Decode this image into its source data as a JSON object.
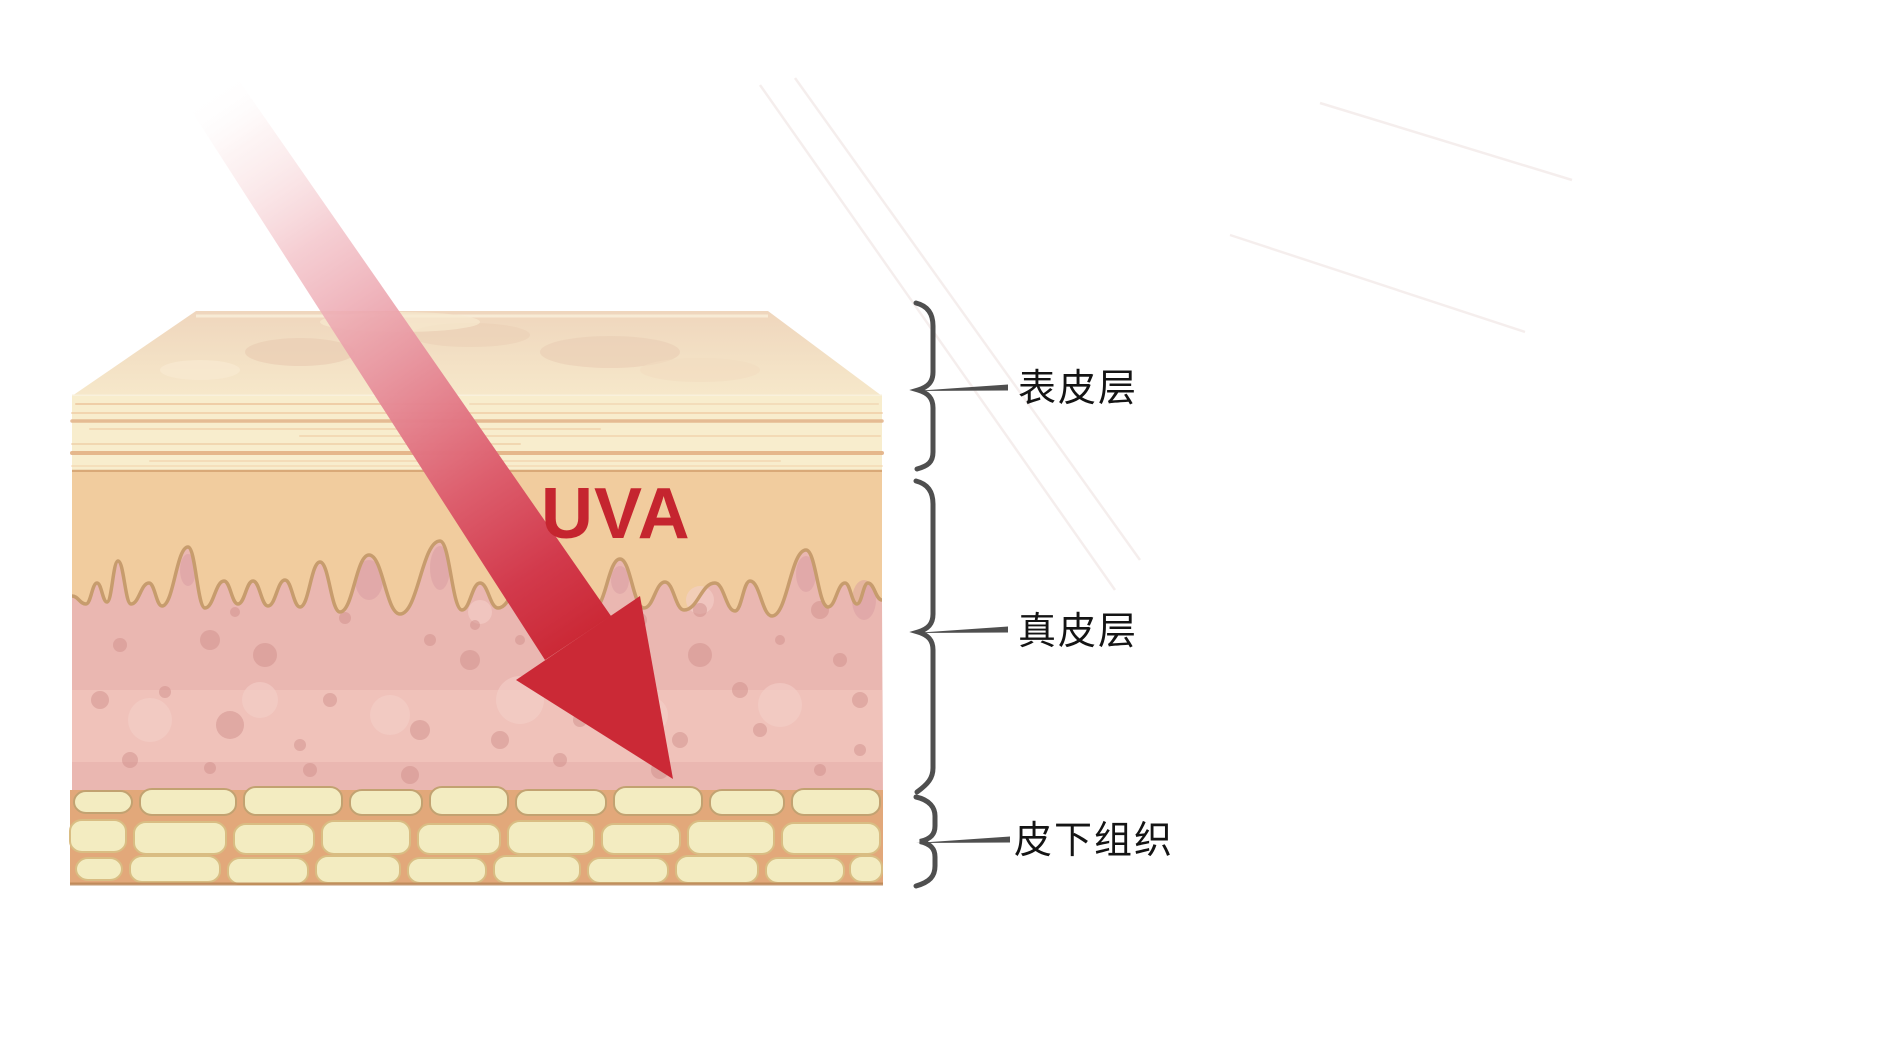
{
  "illustration": {
    "title_hint": "skin cross-section UV penetration diagram",
    "uva_ray_label": "UVA",
    "layer_labels": [
      {
        "id": "epidermis",
        "text": "表皮层"
      },
      {
        "id": "dermis",
        "text": "真皮层"
      },
      {
        "id": "subcutaneous",
        "text": "皮下组织"
      }
    ],
    "colors": {
      "background": "#ffffff",
      "uva_text": "#c5252f",
      "uva_arrow": "#cb2936",
      "beam_light": "#f9e4e6",
      "skin_top_surface": "#f2dec1",
      "epidermis_front": "#f8edcd",
      "epidermis_streak": "#e2b288",
      "upper_dermis_band": "#f1cc9e",
      "papillae_outline": "#c79c6d",
      "dermis_pink": "#eab7b1",
      "subcutaneous_bg": "#e2a87a",
      "fat_cell": "#f3ecc1",
      "fat_cell_border": "#d9bd83",
      "bracket": "#4f4f4f",
      "label_text": "#141414"
    }
  }
}
